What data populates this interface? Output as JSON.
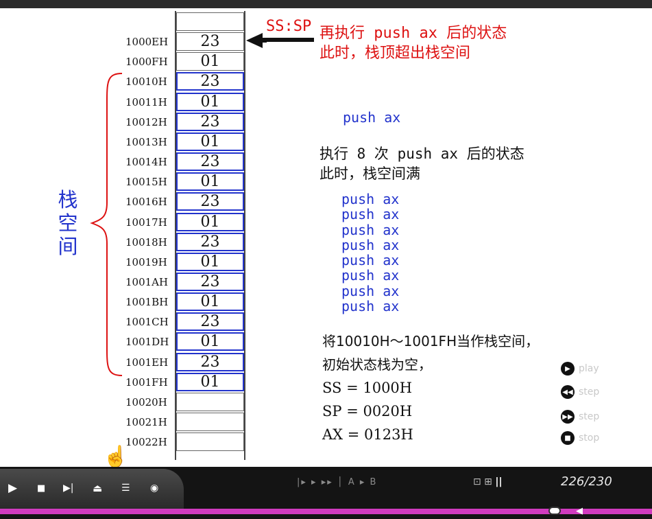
{
  "pointer_label": "SS:SP",
  "red_note": [
    "再执行 push ax 后的状态",
    "此时，栈顶超出栈空间"
  ],
  "stack_label": [
    "栈",
    "空",
    "间"
  ],
  "rows": [
    {
      "addr": "",
      "value": ""
    },
    {
      "addr": "1000EH",
      "value": "23"
    },
    {
      "addr": "1000FH",
      "value": "01"
    },
    {
      "addr": "10010H",
      "value": "23"
    },
    {
      "addr": "10011H",
      "value": "01"
    },
    {
      "addr": "10012H",
      "value": "23"
    },
    {
      "addr": "10013H",
      "value": "01"
    },
    {
      "addr": "10014H",
      "value": "23"
    },
    {
      "addr": "10015H",
      "value": "01"
    },
    {
      "addr": "10016H",
      "value": "23"
    },
    {
      "addr": "10017H",
      "value": "01"
    },
    {
      "addr": "10018H",
      "value": "23"
    },
    {
      "addr": "10019H",
      "value": "01"
    },
    {
      "addr": "1001AH",
      "value": "23"
    },
    {
      "addr": "1001BH",
      "value": "01"
    },
    {
      "addr": "1001CH",
      "value": "23"
    },
    {
      "addr": "1001DH",
      "value": "01"
    },
    {
      "addr": "1001EH",
      "value": "23"
    },
    {
      "addr": "1001FH",
      "value": "01"
    },
    {
      "addr": "10020H",
      "value": ""
    },
    {
      "addr": "10021H",
      "value": ""
    },
    {
      "addr": "10022H",
      "value": ""
    }
  ],
  "single_push": "push ax",
  "eight_push_note": [
    "执行 8 次 push ax 后的状态",
    "此时，栈空间满"
  ],
  "push_list": [
    "push ax",
    "push ax",
    "push ax",
    "push ax",
    "push ax",
    "push ax",
    "push ax",
    "push ax"
  ],
  "init_notes": [
    "将10010H～1001FH当作栈空间，",
    "初始状态栈为空，",
    "SS = 1000H",
    "SP = 0020H",
    "AX = 0123H"
  ],
  "controls": {
    "play": "play",
    "step_back": "step",
    "step_forward": "step",
    "stop": "stop"
  },
  "player": {
    "counter": "226/230",
    "ab_label": "A ▸ B"
  },
  "colors": {
    "red": "#dd1111",
    "blue": "#2233cc",
    "progress": "#d13bbf"
  }
}
